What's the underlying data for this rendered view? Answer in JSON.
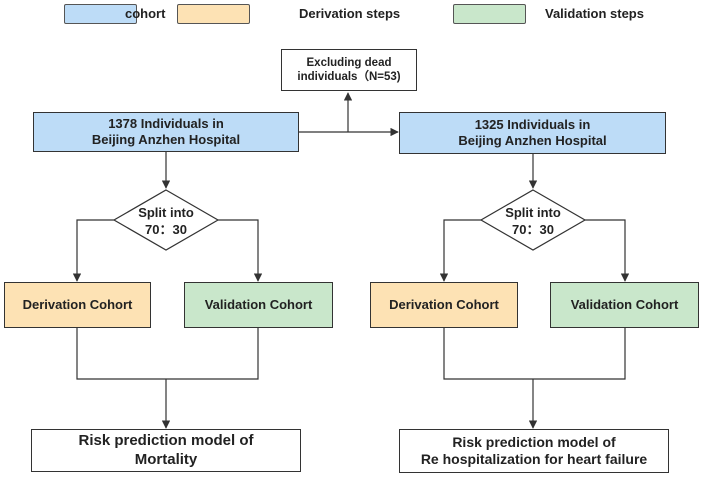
{
  "legend": {
    "cohort": "cohort",
    "derivation": "Derivation steps",
    "validation": "Validation steps"
  },
  "colors": {
    "cohort": "#bddcf7",
    "derivation": "#fde2b4",
    "validation": "#c9e7cb"
  },
  "exclusion": {
    "line1": "Excluding dead",
    "line2": "individuals（N=53)"
  },
  "left": {
    "cohort_line1": "1378 Individuals in",
    "cohort_line2": "Beijing Anzhen Hospital",
    "split_line1": "Split into",
    "split_line2": "70：30",
    "derivation": "Derivation Cohort",
    "validation": "Validation Cohort",
    "model_line1": "Risk prediction model of",
    "model_line2": "Mortality"
  },
  "right": {
    "cohort_line1": "1325 Individuals in",
    "cohort_line2": "Beijing Anzhen Hospital",
    "split_line1": "Split into",
    "split_line2": "70：30",
    "derivation": "Derivation Cohort",
    "validation": "Validation Cohort",
    "model_line1": "Risk prediction model of",
    "model_line2": "Re hospitalization for heart failure"
  }
}
